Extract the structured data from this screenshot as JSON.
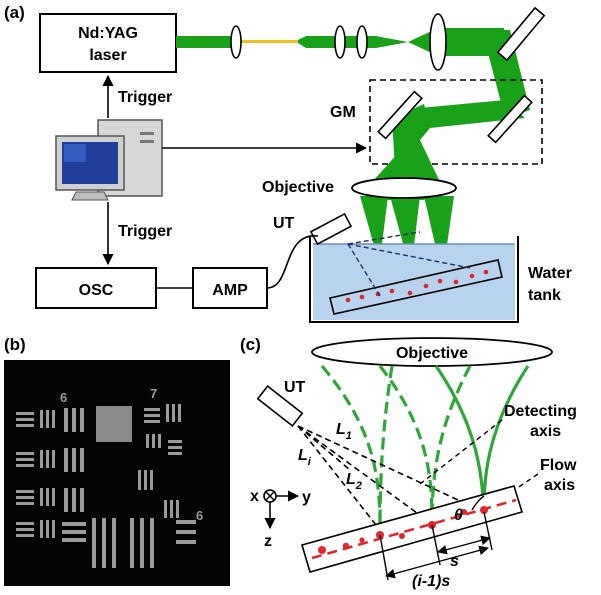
{
  "colors": {
    "beam_green": "#1aa11a",
    "beam_light": "#4ec24e",
    "fiber_yellow": "#f0c020",
    "water_fill": "#b9d3ee",
    "water_stroke": "#6f8fb4",
    "particle_red": "#d9252b",
    "flow_red": "#e2262c"
  },
  "panel_a": {
    "tag": "(a)",
    "laser_line1": "Nd:YAG",
    "laser_line2": "laser",
    "trigger_top": "Trigger",
    "trigger_bottom": "Trigger",
    "gm": "GM",
    "objective": "Objective",
    "ut": "UT",
    "osc": "OSC",
    "amp": "AMP",
    "water_line1": "Water",
    "water_line2": "tank",
    "icons": [
      "computer-icon"
    ]
  },
  "panel_b": {
    "tag": "(b)",
    "digit_left": "6",
    "digit_right": "7",
    "digit_bottom": "6"
  },
  "panel_c": {
    "tag": "(c)",
    "objective": "Objective",
    "ut": "UT",
    "detecting_line1": "Detecting",
    "detecting_line2": "axis",
    "flow_line1": "Flow",
    "flow_line2": "axis",
    "L1": "L",
    "L1_sub": "1",
    "Li": "L",
    "Li_sub": "i",
    "L2": "L",
    "L2_sub": "2",
    "theta": "θ",
    "s": "s",
    "spacing": "(i-1)s",
    "axis_x": "x",
    "axis_y": "y",
    "axis_z": "z"
  }
}
